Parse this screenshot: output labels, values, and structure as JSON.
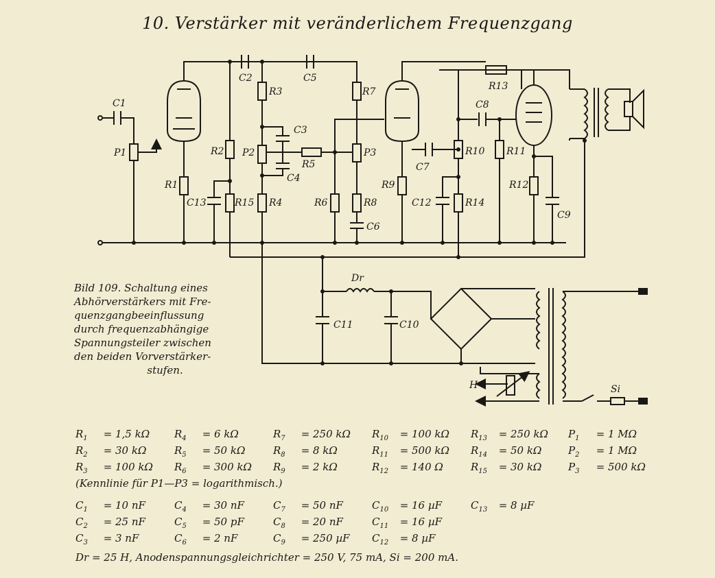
{
  "title": "10. Verstärker mit veränderlichem Frequenzgang",
  "caption": [
    "Bild 109. Schaltung eines",
    "Abhörverstärkers mit Fre-",
    "quenzgangbeeinflussung",
    "durch frequenzabhängige",
    "Spannungsteiler zwischen",
    "den beiden Vorverstärker-",
    "stufen."
  ],
  "labels": {
    "C1": "C1",
    "P1": "P1",
    "R1": "R1",
    "C13": "C13",
    "R2": "R2",
    "R15": "R15",
    "C2": "C2",
    "R3": "R3",
    "P2": "P2",
    "R4": "R4",
    "C3": "C3",
    "C4": "C4",
    "R5": "R5",
    "C5": "C5",
    "R7": "R7",
    "P3": "P3",
    "R6": "R6",
    "R8": "R8",
    "C6": "C6",
    "R9": "R9",
    "C7": "C7",
    "C12": "C12",
    "R14": "R14",
    "C8": "C8",
    "R10": "R10",
    "R11": "R11",
    "R13": "R13",
    "R12": "R12",
    "C9": "C9",
    "Dr": "Dr",
    "C11": "C11",
    "C10": "C10",
    "H": "H",
    "Si": "Si"
  },
  "values": {
    "resistors": [
      [
        {
          "s": "R",
          "i": "1",
          "v": "1,5 kΩ"
        },
        {
          "s": "R",
          "i": "4",
          "v": "6 kΩ"
        },
        {
          "s": "R",
          "i": "7",
          "v": "250 kΩ"
        },
        {
          "s": "R",
          "i": "10",
          "v": "100 kΩ"
        },
        {
          "s": "R",
          "i": "13",
          "v": "250 kΩ"
        },
        {
          "s": "P",
          "i": "1",
          "v": "1 MΩ"
        }
      ],
      [
        {
          "s": "R",
          "i": "2",
          "v": "30 kΩ"
        },
        {
          "s": "R",
          "i": "5",
          "v": "50 kΩ"
        },
        {
          "s": "R",
          "i": "8",
          "v": "8 kΩ"
        },
        {
          "s": "R",
          "i": "11",
          "v": "500 kΩ"
        },
        {
          "s": "R",
          "i": "14",
          "v": "50 kΩ"
        },
        {
          "s": "P",
          "i": "2",
          "v": "1 MΩ"
        }
      ],
      [
        {
          "s": "R",
          "i": "3",
          "v": "100 kΩ"
        },
        {
          "s": "R",
          "i": "6",
          "v": "300 kΩ"
        },
        {
          "s": "R",
          "i": "9",
          "v": "2 kΩ"
        },
        {
          "s": "R",
          "i": "12",
          "v": "140 Ω"
        },
        {
          "s": "R",
          "i": "15",
          "v": "30 kΩ"
        },
        {
          "s": "P",
          "i": "3",
          "v": "500 kΩ"
        }
      ]
    ],
    "kennlinie": "(Kennlinie für P1—P3 = logarithmisch.)",
    "capacitors": [
      [
        {
          "s": "C",
          "i": "1",
          "v": "10 nF"
        },
        {
          "s": "C",
          "i": "4",
          "v": "30 nF"
        },
        {
          "s": "C",
          "i": "7",
          "v": "50 nF"
        },
        {
          "s": "C",
          "i": "10",
          "v": "16 µF"
        },
        {
          "s": "C",
          "i": "13",
          "v": "8 µF"
        }
      ],
      [
        {
          "s": "C",
          "i": "2",
          "v": "25 nF"
        },
        {
          "s": "C",
          "i": "5",
          "v": "50 pF"
        },
        {
          "s": "C",
          "i": "8",
          "v": "20 nF"
        },
        {
          "s": "C",
          "i": "11",
          "v": "16 µF"
        }
      ],
      [
        {
          "s": "C",
          "i": "3",
          "v": "3 nF"
        },
        {
          "s": "C",
          "i": "6",
          "v": "2 nF"
        },
        {
          "s": "C",
          "i": "9",
          "v": "250 µF"
        },
        {
          "s": "C",
          "i": "12",
          "v": "8 µF"
        }
      ]
    ],
    "footer": "Dr = 25 H, Anodenspannungsgleichrichter = 250 V, 75 mA, Si = 200 mA."
  }
}
